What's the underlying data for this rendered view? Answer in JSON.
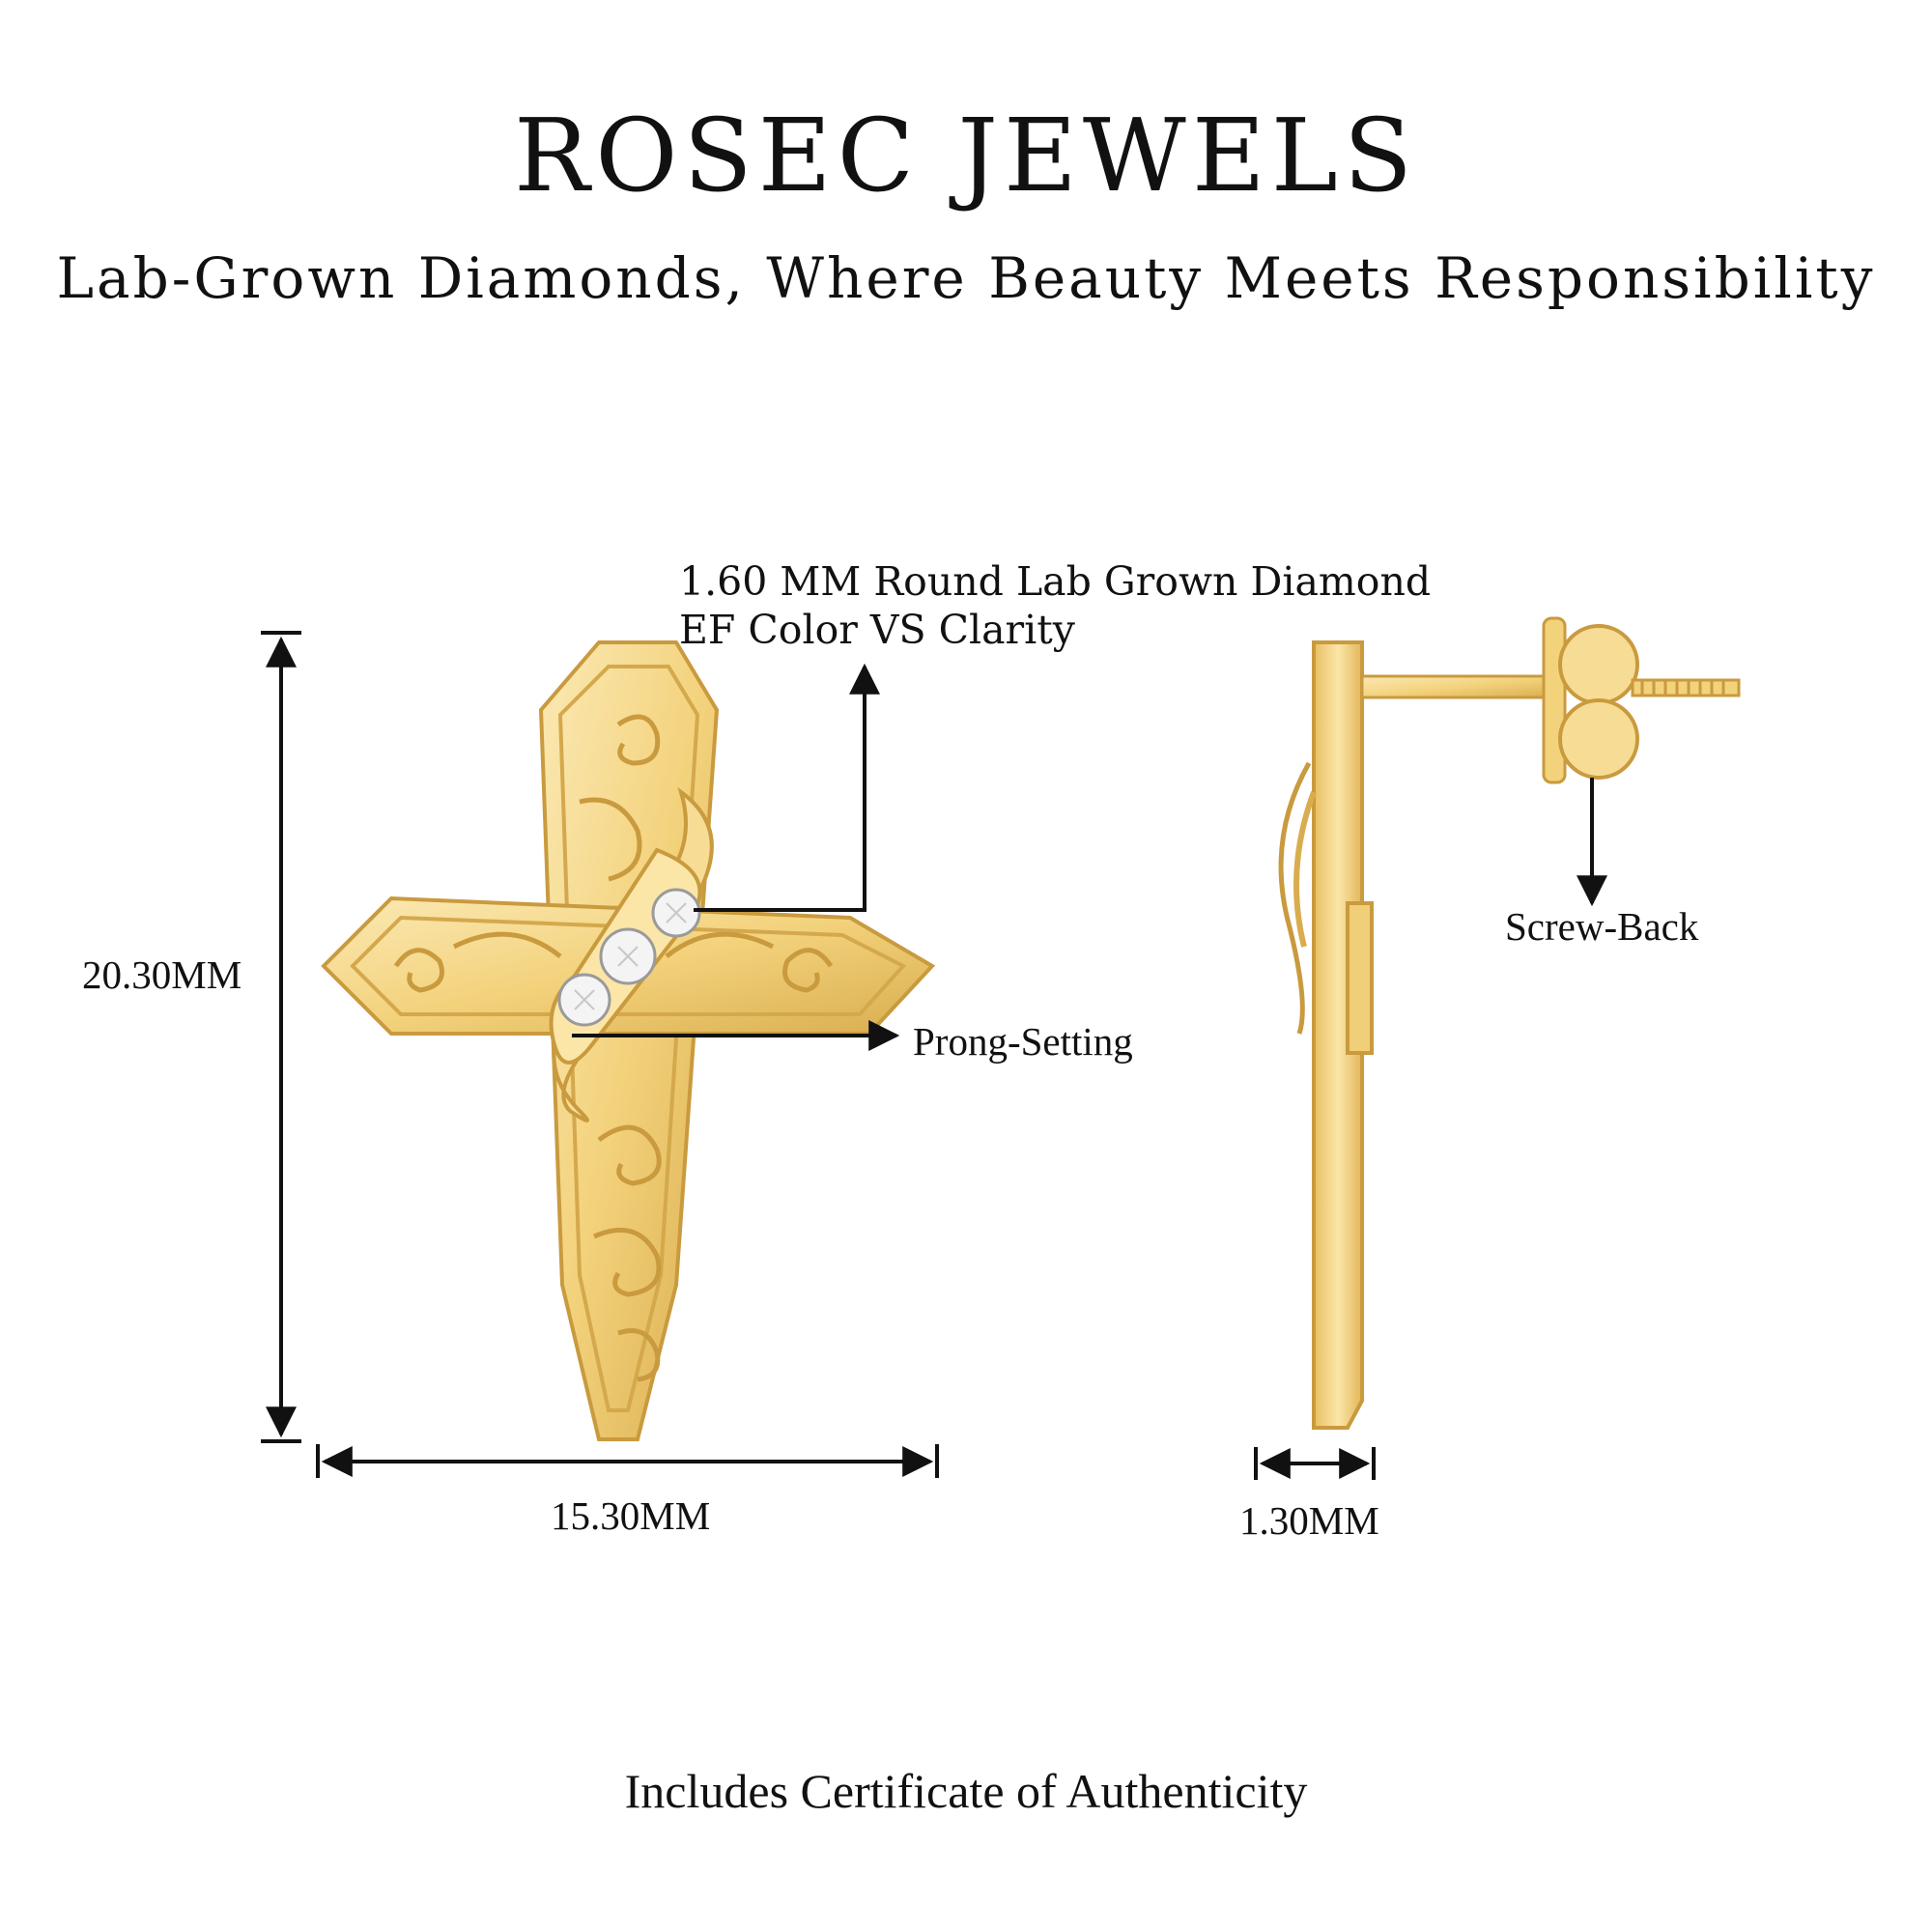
{
  "header": {
    "brand": "ROSEC JEWELS",
    "tagline": "Lab-Grown Diamonds, Where Beauty Meets Responsibility"
  },
  "annotations": {
    "stone_line1": "1.60 MM Round Lab Grown Diamond",
    "stone_line2": "EF Color VS Clarity",
    "prong": "Prong-Setting",
    "screw_back": "Screw-Back"
  },
  "dimensions": {
    "height": "20.30MM",
    "width": "15.30MM",
    "depth": "1.30MM"
  },
  "footer": {
    "certificate": "Includes Certificate of Authenticity"
  },
  "colors": {
    "gold": "#f3d27c",
    "gold_dark": "#d9ad4f",
    "gold_light": "#fbe9b4",
    "ink": "#111111"
  }
}
